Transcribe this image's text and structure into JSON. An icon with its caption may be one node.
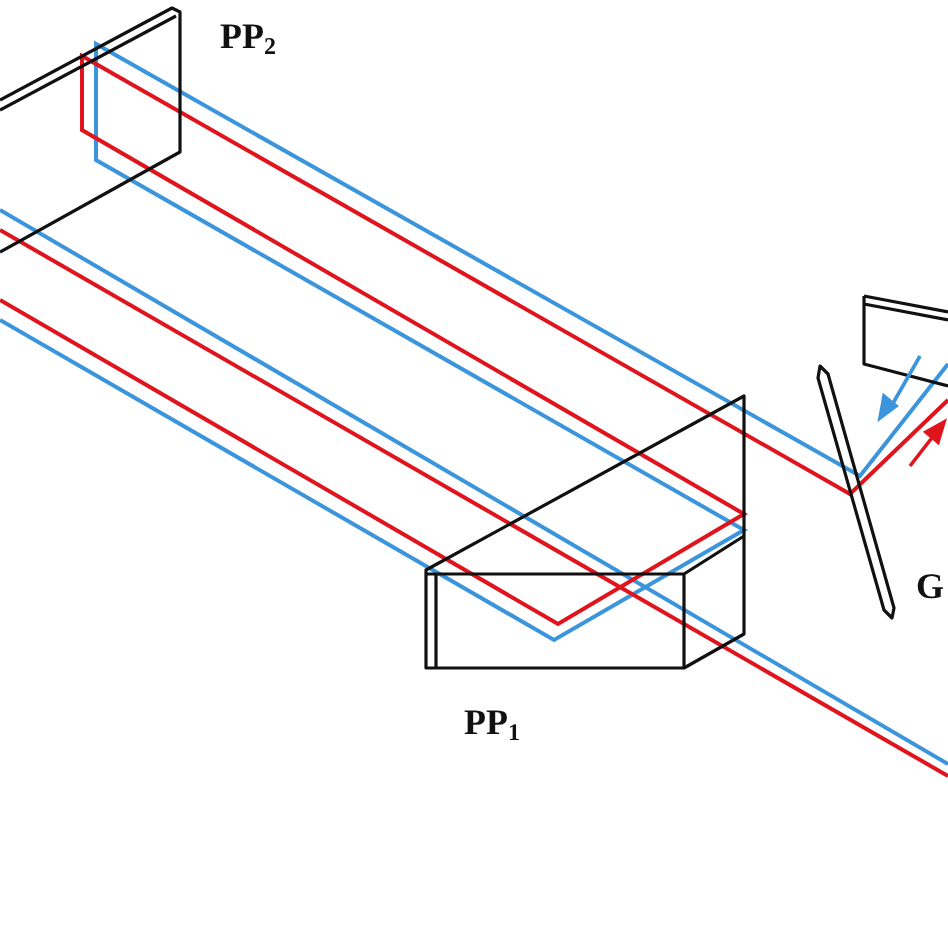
{
  "diagram": {
    "labels": [
      "PP$_{2}$",
      "G",
      "PP$_{1}$"
    ]
  }
}
